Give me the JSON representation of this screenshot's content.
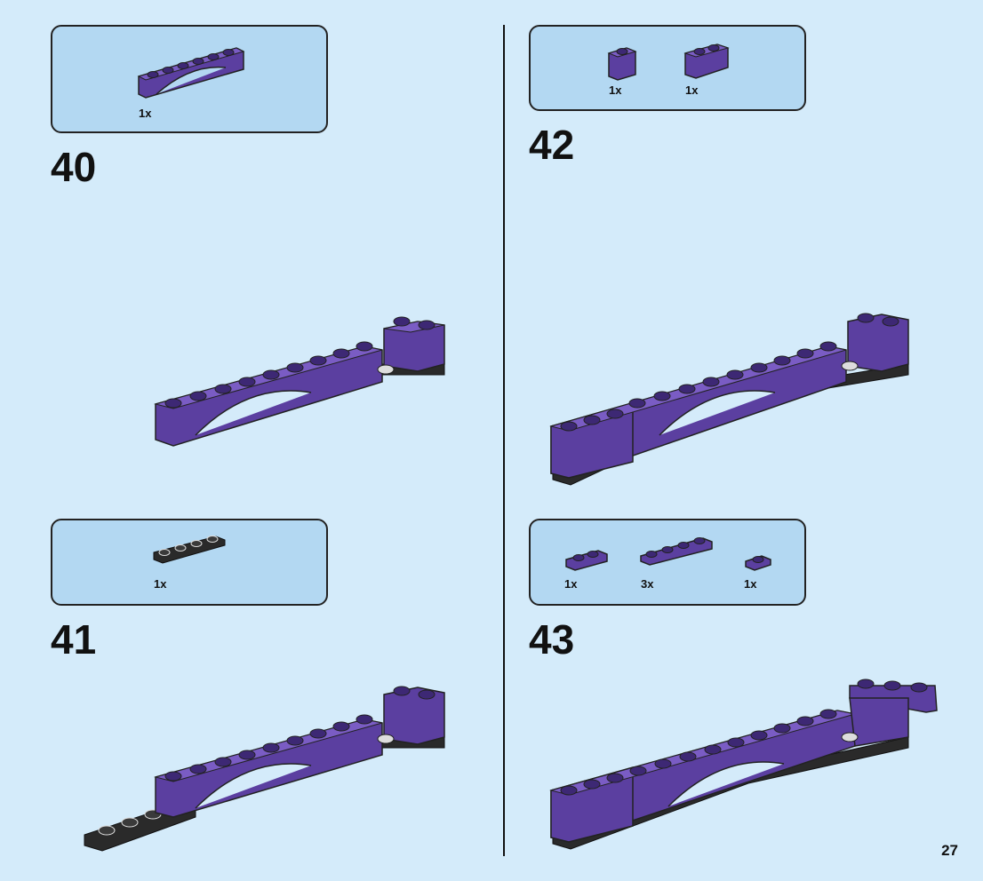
{
  "page_number": "27",
  "steps": [
    {
      "number": "40",
      "parts": [
        {
          "qty": "1x",
          "icon": "purple-1x6-arch-brick"
        }
      ]
    },
    {
      "number": "41",
      "parts": [
        {
          "qty": "1x",
          "icon": "black-1x4-plate"
        }
      ]
    },
    {
      "number": "42",
      "parts": [
        {
          "qty": "1x",
          "icon": "purple-1x1-brick"
        },
        {
          "qty": "1x",
          "icon": "purple-1x2-brick"
        }
      ]
    },
    {
      "number": "43",
      "parts": [
        {
          "qty": "1x",
          "icon": "purple-1x2-plate"
        },
        {
          "qty": "3x",
          "icon": "purple-1x4-plate"
        },
        {
          "qty": "1x",
          "icon": "purple-1x1-plate"
        }
      ]
    }
  ],
  "colors": {
    "background": "#d4ebfa",
    "parts_box": "#b3d8f2",
    "purple": "#5b3fa0",
    "purple_dark": "#3d2874",
    "black": "#2a2a2a"
  }
}
